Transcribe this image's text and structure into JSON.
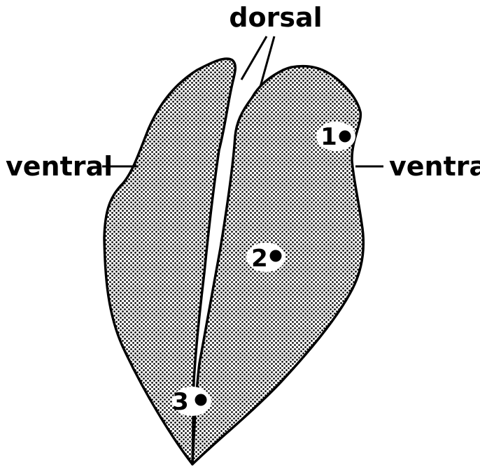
{
  "labels": {
    "dorsal": "dorsal",
    "ventral_left": "ventral",
    "ventral_right": "ventral"
  },
  "points": [
    {
      "id": "point-1",
      "label": "1"
    },
    {
      "id": "point-2",
      "label": "2"
    },
    {
      "id": "point-3",
      "label": "3"
    }
  ],
  "colors": {
    "ink": "#000000",
    "background": "#ffffff",
    "stipple_dot": "#000000",
    "stipple_bg": "#ffffff"
  }
}
